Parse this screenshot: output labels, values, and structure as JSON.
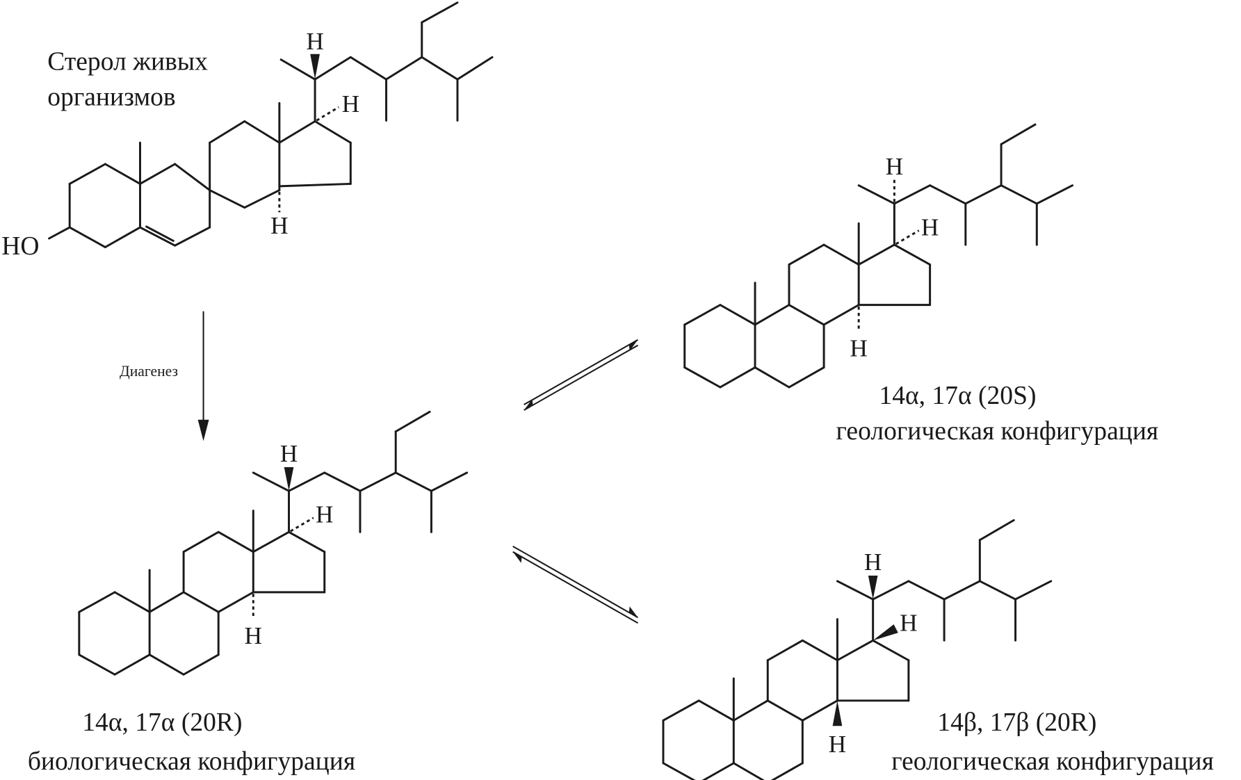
{
  "title_lines": [
    "Стерол живых",
    "организмов"
  ],
  "substituent": "HO",
  "hydrogen": "H",
  "process_label": "Диагенез",
  "products": [
    {
      "config": "14α, 17α (20R)",
      "type": "биологическая конфигурация"
    },
    {
      "config": "14α, 17α (20S)",
      "type": "геологическая конфигурация"
    },
    {
      "config": "14β, 17β (20R)",
      "type": "геологическая конфигурация"
    }
  ]
}
